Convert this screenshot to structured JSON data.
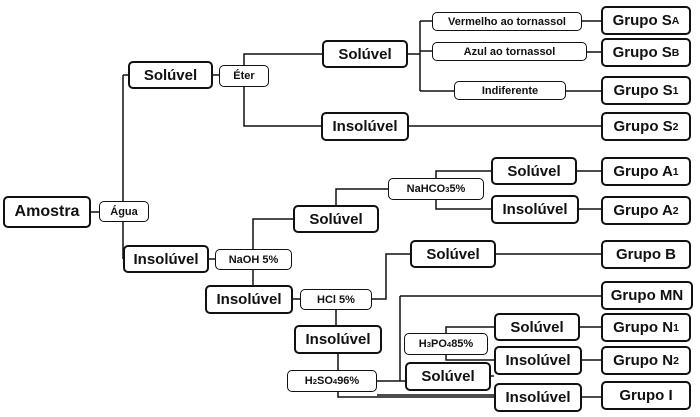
{
  "nodes": {
    "amostra": "Amostra",
    "agua": "Água",
    "soluvel_agua": "Solúvel",
    "eter": "Éter",
    "soluvel_eter": "Solúvel",
    "insoluvel_eter": "Insolúvel",
    "vermelho": "Vermelho ao tornassol",
    "azul": "Azul ao tornassol",
    "indiferente": "Indiferente",
    "grupo_sa": {
      "main": "Grupo S",
      "sub": "A"
    },
    "grupo_sb": {
      "main": "Grupo S",
      "sub": "B"
    },
    "grupo_s1": {
      "main": "Grupo S",
      "sub": "1"
    },
    "grupo_s2": {
      "main": "Grupo S",
      "sub": "2"
    },
    "insoluvel_agua": "Insolúvel",
    "naoh": "NaOH 5%",
    "soluvel_naoh": "Solúvel",
    "nahco3": {
      "pre": "NaHCO",
      "sub": "3",
      "post": " 5%"
    },
    "soluvel_nahco3": "Solúvel",
    "insoluvel_nahco3": "Insolúvel",
    "grupo_a1": {
      "main": "Grupo A",
      "sub": "1"
    },
    "grupo_a2": {
      "main": "Grupo A",
      "sub": "2"
    },
    "insoluvel_naoh": "Insolúvel",
    "hcl": "HCl 5%",
    "soluvel_hcl": "Solúvel",
    "grupo_b": "Grupo B",
    "insoluvel_hcl": "Insolúvel",
    "grupo_mn": "Grupo MN",
    "h2so4": {
      "pre": "H",
      "sub1": "2",
      "mid": "SO",
      "sub2": "4",
      "post": " 96%"
    },
    "h3po4": {
      "pre": "H",
      "sub1": "3",
      "mid": "PO",
      "sub2": "4",
      "post": " 85%"
    },
    "soluvel_h2so4": "Solúvel",
    "soluvel_h3po4": "Solúvel",
    "insoluvel_h3po4": "Insolúvel",
    "grupo_n1": {
      "main": "Grupo N",
      "sub": "1"
    },
    "grupo_n2": {
      "main": "Grupo N",
      "sub": "2"
    },
    "insoluvel_h2so4": "Insolúvel",
    "grupo_i": "Grupo I"
  },
  "colors": {
    "line": "#111111",
    "box_border": "#111111",
    "background": "#ffffff"
  }
}
